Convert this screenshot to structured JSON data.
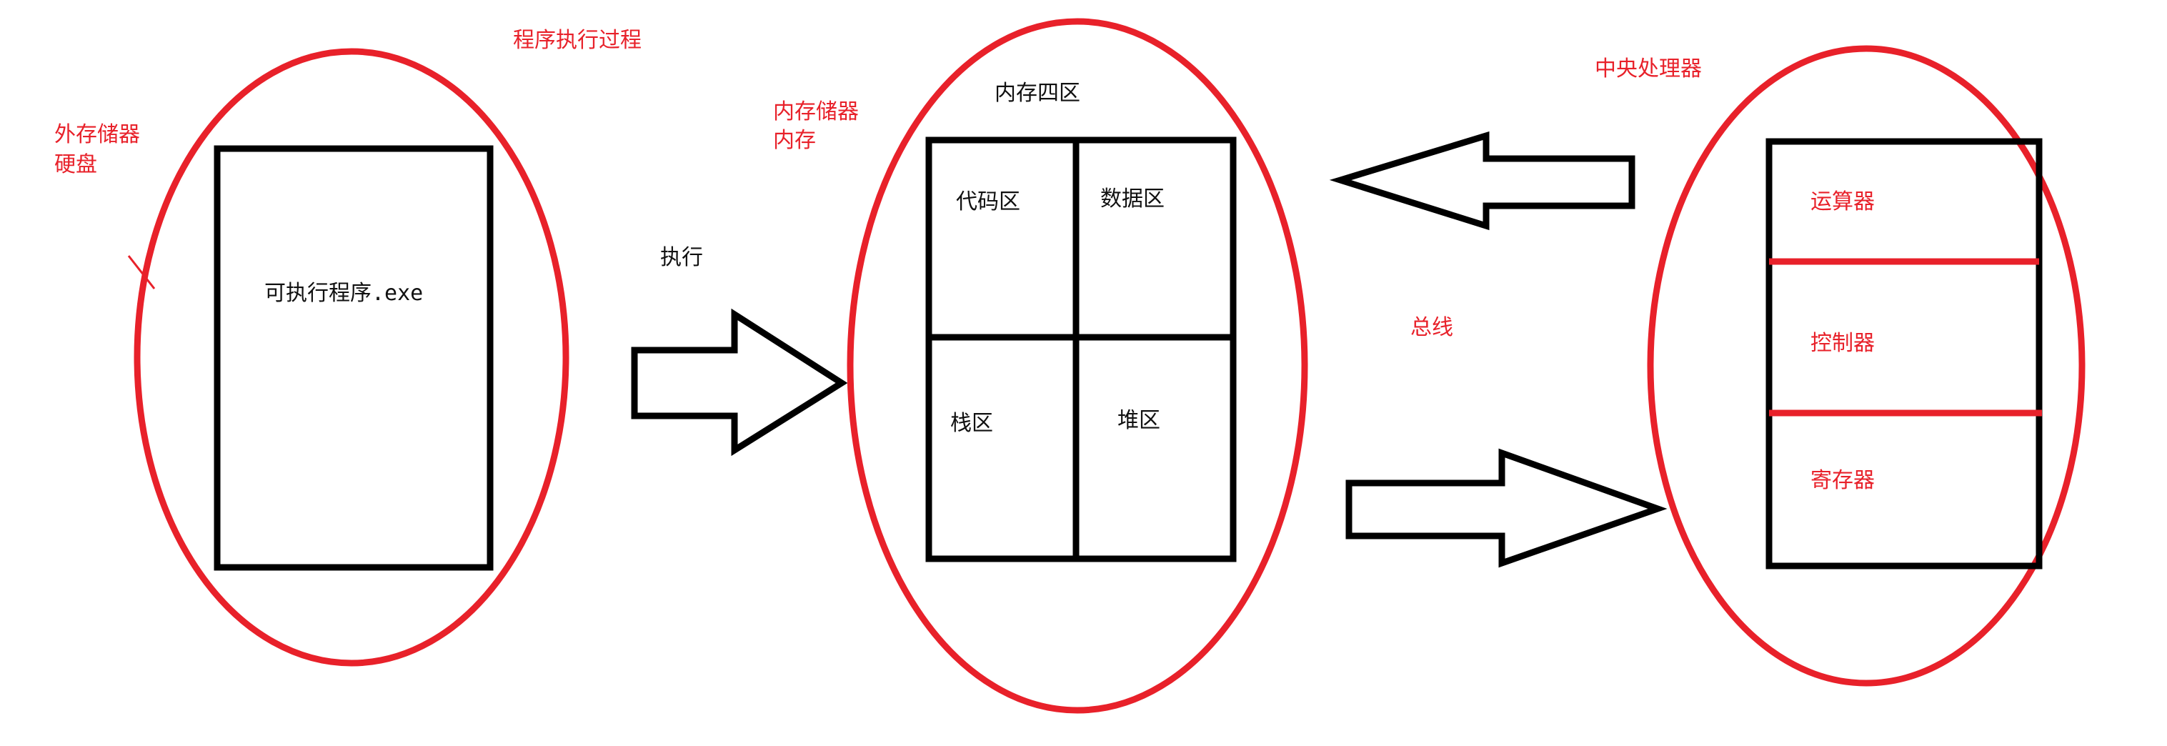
{
  "colors": {
    "accent_red": "#e8212a",
    "stroke_black": "#000000",
    "background": "#ffffff"
  },
  "title": "程序执行过程",
  "external_storage": {
    "label_line1": "外存储器",
    "label_line2": "硬盘",
    "program_label": "可执行程序",
    "program_ext": ".exe"
  },
  "execute_arrow": {
    "label": "执行"
  },
  "internal_memory": {
    "label_line1": "内存储器",
    "label_line2": "内存",
    "title": "内存四区",
    "areas": [
      "代码区",
      "数据区",
      "栈区",
      "堆区"
    ]
  },
  "bus": {
    "label": "总线"
  },
  "cpu": {
    "label": "中央处理器",
    "components": [
      "运算器",
      "控制器",
      "寄存器"
    ]
  }
}
